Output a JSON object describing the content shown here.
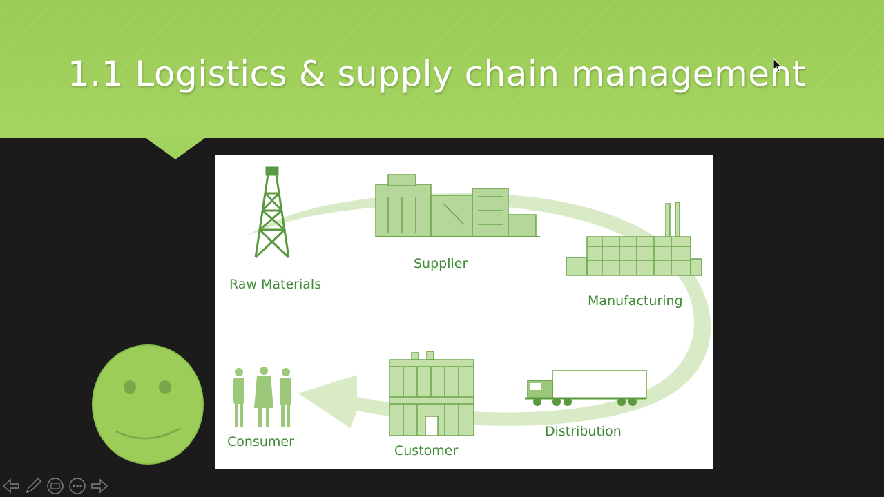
{
  "slide": {
    "title": "1.1 Logistics & supply chain management"
  },
  "diagram": {
    "stages": [
      {
        "id": "raw-materials",
        "label": "Raw Materials"
      },
      {
        "id": "supplier",
        "label": "Supplier"
      },
      {
        "id": "manufacturing",
        "label": "Manufacturing"
      },
      {
        "id": "distribution",
        "label": "Distribution"
      },
      {
        "id": "customer",
        "label": "Customer"
      },
      {
        "id": "consumer",
        "label": "Consumer"
      }
    ]
  },
  "colors": {
    "title_bar": "#a2d25e",
    "background": "#1b1b1b",
    "diagram_green": "#3f8a34",
    "arrow_green": "#d6e9c2",
    "smiley_fill": "#9ccd58"
  },
  "controls": {
    "icons": [
      "previous-arrow-icon",
      "pen-icon",
      "slides-icon",
      "more-icon",
      "next-arrow-icon"
    ]
  }
}
